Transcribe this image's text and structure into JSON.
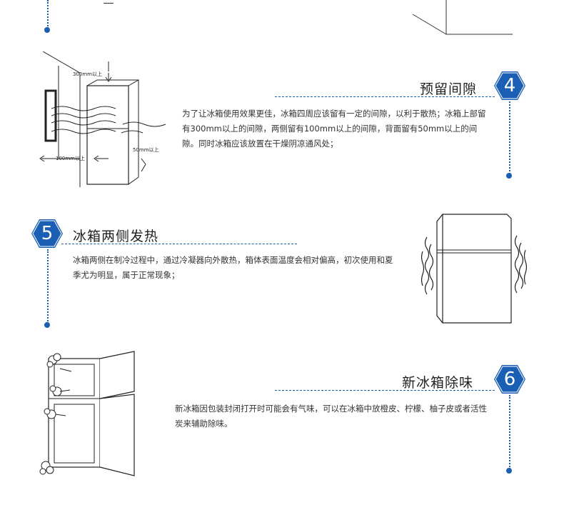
{
  "sections": [
    {
      "number": "4",
      "title": "预留间隙",
      "text": "为了让冰箱使用效果更佳，冰箱四周应该留有一定的间隙，以利于散热；冰箱上部留有300mm以上的间隙，两侧留有100mm以上的间隙，背面留有50mm以上的间隙。同时冰箱应该放置在干燥阴凉通风处；",
      "labels": {
        "top": "300mm以上",
        "side": "100mm以上",
        "back": "50mm以上"
      }
    },
    {
      "number": "5",
      "title": "冰箱两侧发热",
      "text": "冰箱两侧在制冷过程中，通过冷凝器向外散热，箱体表面温度会相对偏高，初次使用和夏季尤为明显，属于正常现象；"
    },
    {
      "number": "6",
      "title": "新冰箱除味",
      "text": "新冰箱因包装封闭打开时可能会有气味，可以在冰箱中放橙皮、柠檬、柚子皮或者活性炭来辅助除味。"
    }
  ],
  "colors": {
    "accent": "#1a5fb4",
    "text": "#333333"
  },
  "icons": [
    "hexagon-badge-icon",
    "fridge-illustration",
    "heat-wave-icon",
    "odor-cloud-icon"
  ]
}
